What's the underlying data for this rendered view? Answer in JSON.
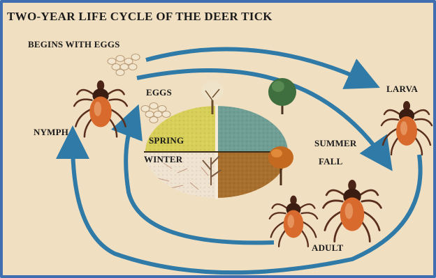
{
  "title": "TWO-YEAR LIFE CYCLE OF THE DEER TICK",
  "labels": {
    "begins": "BEGINS WITH EGGS",
    "eggs": "EGGS",
    "larva": "LARVA",
    "nymph": "NYMPH",
    "spring": "SPRING",
    "winter": "WINTER",
    "summer": "SUMMER",
    "fall": "FALL",
    "adult": "ADULT"
  },
  "colors": {
    "frame": "#3f6fb0",
    "background": "#f1dfc2",
    "arrow": "#2f7aa6",
    "spring_quadrant": "#d8cf58",
    "summer_quadrant": "#6f9e94",
    "winter_quadrant": "#efe2cf",
    "fall_quadrant": "#a86e2c",
    "tick_body": "#d86a2e",
    "tick_legs": "#5a2e1c"
  }
}
